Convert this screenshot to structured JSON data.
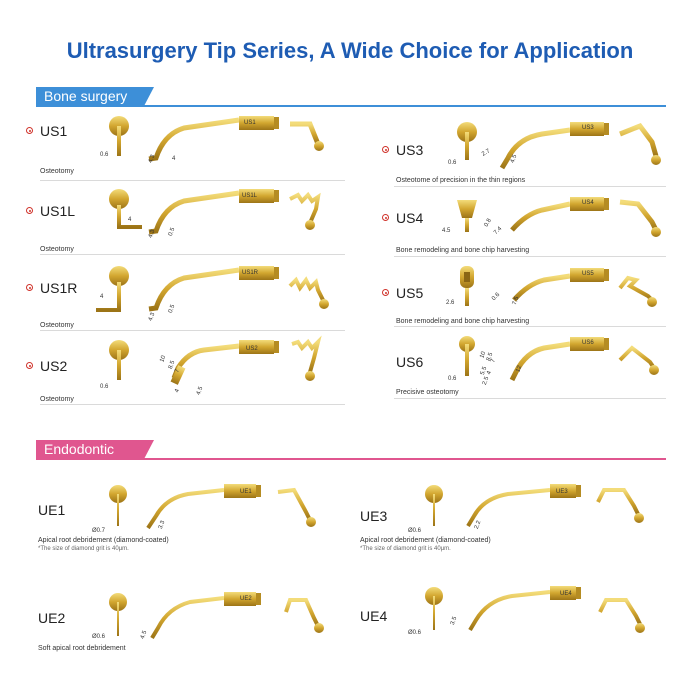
{
  "title": "Ultrasurgery Tip Series, A Wide Choice for Application",
  "colors": {
    "title": "#1e5cb3",
    "bone_band": "#3d8fd8",
    "endo_band": "#e0568f",
    "gold": "#c9a227",
    "marker": "#d0342c"
  },
  "sections": {
    "bone": {
      "label": "Bone surgery"
    },
    "endo": {
      "label": "Endodontic"
    }
  },
  "tips": {
    "US1": {
      "code": "US1",
      "desc": "Osteotomy",
      "stamp": "US1",
      "dims": [
        "0.6",
        "4.3",
        "4"
      ]
    },
    "US1L": {
      "code": "US1L",
      "desc": "Osteotomy",
      "stamp": "US1L",
      "dims": [
        "4",
        "4.3",
        "0.5"
      ]
    },
    "US1R": {
      "code": "US1R",
      "desc": "Osteotomy",
      "stamp": "US1R",
      "dims": [
        "4",
        "4.3",
        "0.5"
      ]
    },
    "US2": {
      "code": "US2",
      "desc": "Osteotomy",
      "stamp": "US2",
      "dims": [
        "0.6",
        "10",
        "8.5",
        "7",
        "4",
        "4.5"
      ]
    },
    "US3": {
      "code": "US3",
      "desc": "Osteotome of precision in the thin regions",
      "stamp": "US3",
      "dims": [
        "0.6",
        "2.7",
        "4.5"
      ]
    },
    "US4": {
      "code": "US4",
      "desc": "Bone remodeling and bone chip harvesting",
      "stamp": "US4",
      "dims": [
        "4.5",
        "0.8",
        "7.4"
      ]
    },
    "US5": {
      "code": "US5",
      "desc": "Bone remodeling and bone chip harvesting",
      "stamp": "US5",
      "dims": [
        "2.6",
        "0.6",
        "7.5"
      ]
    },
    "US6": {
      "code": "US6",
      "desc": "Precisive osteotomy",
      "stamp": "US6",
      "dims": [
        "0.6",
        "10",
        "8.5",
        "7",
        "5.5",
        "4",
        "2.5",
        "12"
      ]
    },
    "UE1": {
      "code": "UE1",
      "desc": "Apical root debridement (diamond-coated)",
      "note": "*The size of diamond grit is 40μm.",
      "stamp": "UE1",
      "dims": [
        "Ø0.7",
        "3.3"
      ]
    },
    "UE2": {
      "code": "UE2",
      "desc": "Soft apical root debridement",
      "stamp": "UE2",
      "dims": [
        "Ø0.6",
        "4.5"
      ]
    },
    "UE3": {
      "code": "UE3",
      "desc": "Apical root debridement (diamond-coated)",
      "note": "*The size of diamond grit is 40μm.",
      "stamp": "UE3",
      "dims": [
        "Ø0.6",
        "2.2"
      ]
    },
    "UE4": {
      "code": "UE4",
      "desc": "",
      "stamp": "UE4",
      "dims": [
        "Ø0.6",
        "3.5"
      ]
    }
  }
}
